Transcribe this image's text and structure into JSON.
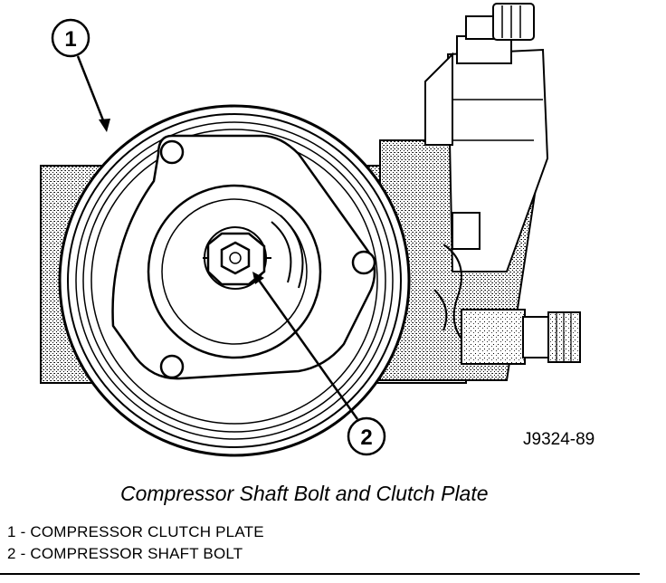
{
  "figure": {
    "id_label": "J9324-89",
    "caption": "Compressor Shaft Bolt and Clutch Plate"
  },
  "callouts": [
    {
      "number": "1",
      "target": "COMPRESSOR CLUTCH PLATE"
    },
    {
      "number": "2",
      "target": "COMPRESSOR SHAFT BOLT"
    }
  ],
  "legend": [
    "1 - COMPRESSOR CLUTCH PLATE",
    "2 - COMPRESSOR SHAFT BOLT"
  ],
  "colors": {
    "line": "#000000",
    "fill": "#ffffff",
    "shading": "#bdbdbd"
  }
}
